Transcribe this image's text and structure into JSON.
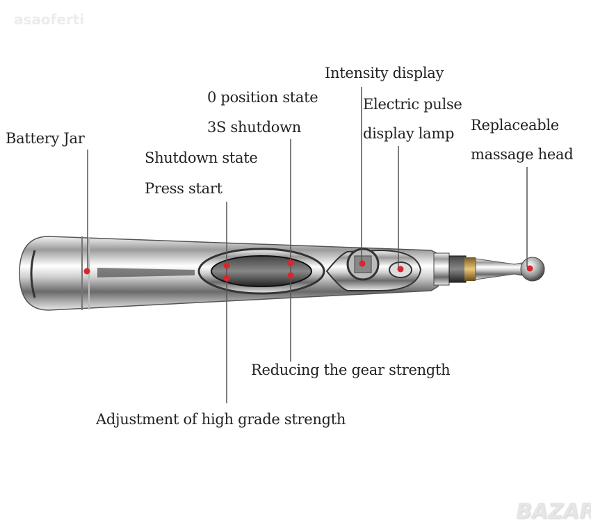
{
  "watermarks": {
    "top_left": "asaoferti",
    "bottom_right": "BAZAR"
  },
  "labels": {
    "battery_jar": "Battery Jar",
    "zero_position": "0  position state",
    "shutdown_3s": "3S shutdown",
    "shutdown_state": "Shutdown state",
    "press_start": "Press start",
    "intensity_display": "Intensity display",
    "electric_pulse": "Electric pulse",
    "display_lamp": "display lamp",
    "replaceable": "Replaceable",
    "massage_head": "massage head",
    "reducing": "Reducing the gear strength",
    "adjustment": "Adjustment of high grade strength"
  },
  "colors": {
    "marker": "#d8262e",
    "leader": "#555555"
  }
}
